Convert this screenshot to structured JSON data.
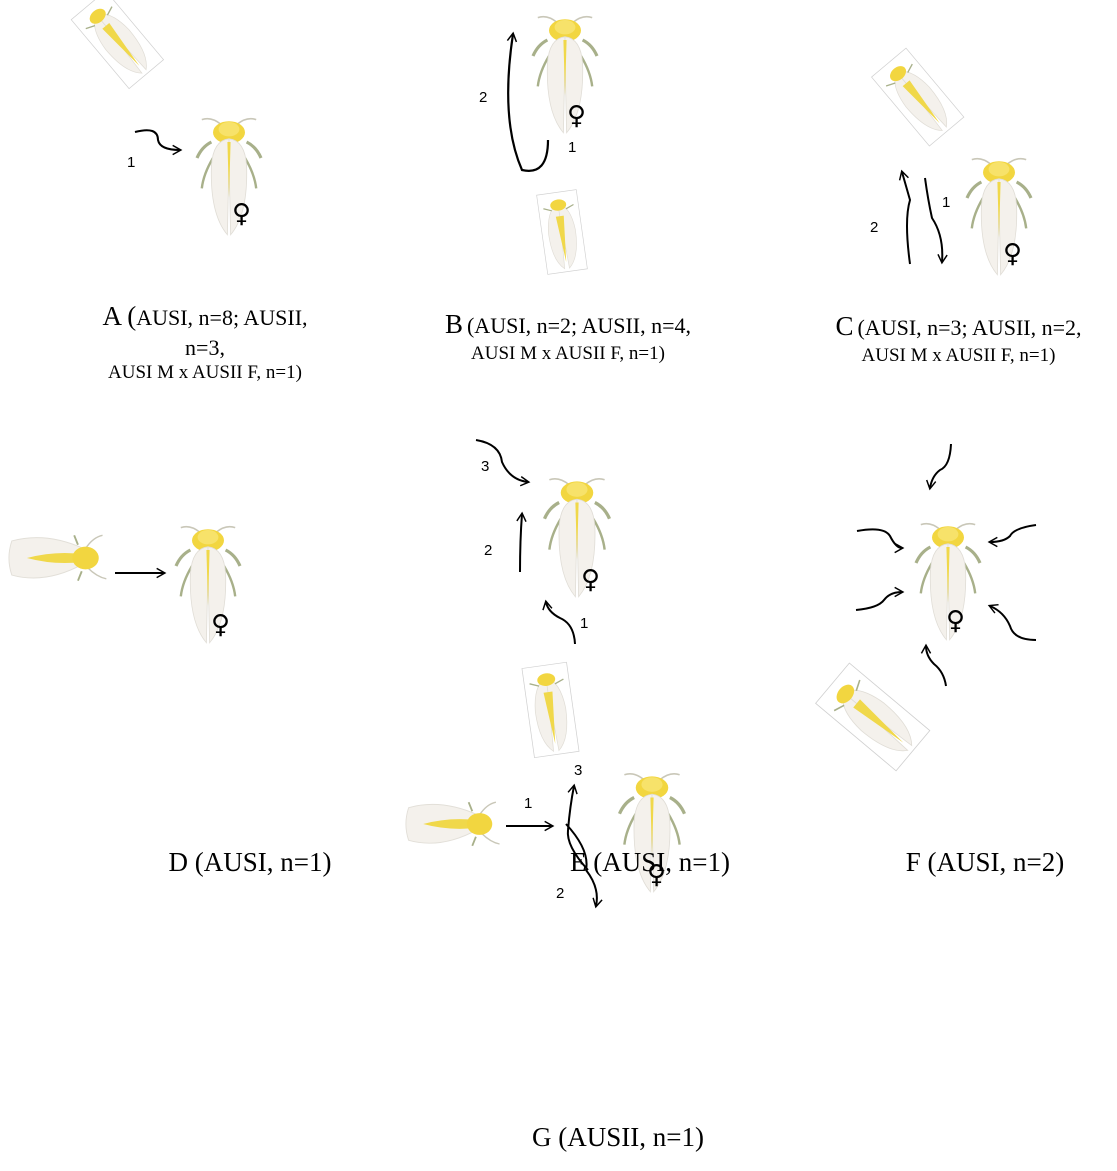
{
  "panels": {
    "A": {
      "letter": "A (",
      "line1": "AUSI, n=8; AUSII,",
      "line2": "n=3,",
      "line3": "AUSI M x AUSII F, n=1)",
      "steps": [
        "1"
      ]
    },
    "B": {
      "letter": "B",
      "line1": "(AUSI, n=2; AUSII, n=4,",
      "line2": "AUSI M x AUSII F, n=1)",
      "steps": [
        "1",
        "2"
      ]
    },
    "C": {
      "letter": "C",
      "line1": "(AUSI, n=3; AUSII, n=2,",
      "line2": "AUSI M x AUSII F, n=1)",
      "steps": [
        "1",
        "2"
      ]
    },
    "D": {
      "caption": "D (AUSI, n=1)"
    },
    "E": {
      "caption": "E (AUSI, n=1)",
      "steps": [
        "1",
        "2",
        "3"
      ]
    },
    "F": {
      "caption": "F (AUSI, n=2)"
    },
    "G": {
      "caption": "G (AUSII, n=1)",
      "steps": [
        "1",
        "2",
        "3"
      ]
    }
  },
  "female_symbol": "♀",
  "colors": {
    "wing": "#f4f1ec",
    "thorax": "#f2d640",
    "abdomen": "#f0d84a",
    "antenna": "#c9c7b8",
    "leg": "#a8b08a",
    "arrow": "#000000"
  }
}
